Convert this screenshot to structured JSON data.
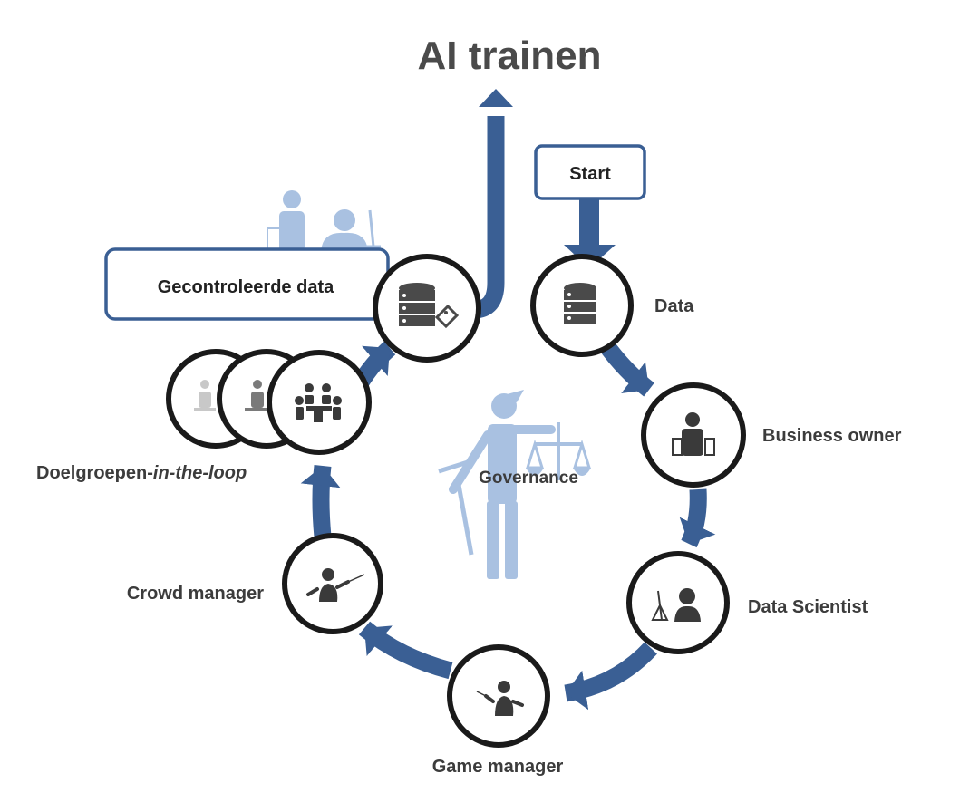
{
  "title": "AI trainen",
  "start_label": "Start",
  "checked_data_label": "Gecontroleerde data",
  "governance_label": "Governance",
  "nodes": {
    "data": "Data",
    "business_owner": "Business owner",
    "data_scientist": "Data Scientist",
    "game_manager": "Game manager",
    "crowd_manager": "Crowd manager",
    "target_groups_prefix": "Doelgroepen-",
    "target_groups_suffix": "in-the-loop"
  },
  "icons": {
    "data": "database-icon",
    "business_owner": "businessman-icon",
    "data_scientist": "scientist-at-desk-icon",
    "game_manager": "presenter-icon",
    "crowd_manager": "presenter-icon",
    "target_groups": "meeting-group-icon",
    "checked_data": "database-tag-icon",
    "governance": "justice-figure-icon"
  },
  "colors": {
    "arrow": "#3a5f94",
    "box_border": "#3a5f94",
    "circle_border": "#1a1a1a",
    "icon_dark": "#333333",
    "icon_light": "#a9c1e1"
  }
}
